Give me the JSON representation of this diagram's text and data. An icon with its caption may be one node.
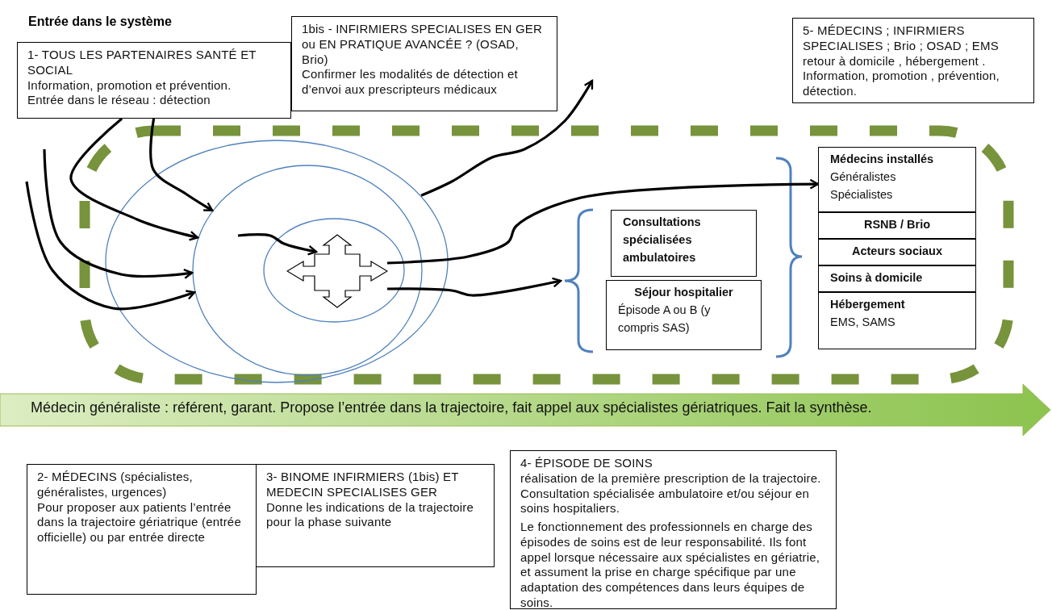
{
  "diagram": {
    "title": "Entrée dans le système",
    "nodes": [
      {
        "text": [
          "1- TOUS LES PARTENAIRES SANTÉ ET SOCIAL",
          "Information, promotion et prévention.",
          "Entrée dans le réseau : détection"
        ]
      },
      {
        "text": [
          "1bis - INFIRMIERS SPECIALISES EN GER ou EN PRATIQUE AVANCÉE ? (OSAD, Brio)",
          "Confirmer les modalités de détection et d’envoi aux prescripteurs médicaux"
        ]
      },
      {
        "text": [
          "5- MÉDECINS ; INFIRMIERS SPECIALISES ; Brio ; OSAD ; EMS retour à domicile , hébergement .",
          "Information, promotion , prévention, détection."
        ]
      },
      {
        "text": [],
        "shape": "circle"
      },
      {
        "text": [],
        "shape": "circle",
        "in": 3
      },
      {
        "text": [],
        "shape": "circle",
        "in": 4
      },
      {
        "text": [],
        "shape": "cross",
        "in": 5
      },
      {
        "text": [],
        "shape": "brace"
      },
      {
        "text": [
          "Consultations spécialisées ambulatoires"
        ]
      },
      {
        "text": [
          "Séjour hospitalier",
          "Épisode A ou B (y compris SAS)"
        ]
      },
      {
        "text": [
          "Médecins installés",
          "Généralistes",
          "Spécialistes"
        ]
      },
      {
        "text": [
          "RSNB / Brio"
        ]
      },
      {
        "text": [
          "Acteurs sociaux"
        ]
      },
      {
        "text": [
          "Soins à domicile"
        ]
      },
      {
        "text": [
          "Hébergement",
          "EMS, SAMS"
        ]
      },
      {
        "text": [
          "Médecin généraliste : référent, garant. Propose l’entrée dans la trajectoire, fait appel aux spécialistes gériatriques. Fait la synthèse."
        ]
      },
      {
        "text": [
          "2- MÉDECINS (spécialistes, généralistes, urgences)",
          "Pour proposer aux patients l’entrée dans la trajectoire gériatrique (entrée officielle) ou par entrée directe"
        ]
      },
      {
        "text": [
          "3- BINOME INFIRMIERS (1bis) ET MEDECIN SPECIALISES GER",
          "Donne les indications de la trajectoire pour la phase suivante"
        ]
      },
      {
        "text": [
          "4- ÉPISODE DE SOINS",
          "réalisation de la première prescription de la trajectoire. Consultation spécialisée ambulatoire et/ou séjour en soins hospitaliers.",
          "Le fonctionnement des professionnels en charge des épisodes de soins est de leur responsabilité. Ils font appel lorsque nécessaire aux spécialistes en gériatrie, et assument la prise en charge spécifique par une adaptation des compétences dans leurs équipes de soins."
        ]
      }
    ],
    "edges": [
      {
        "from": 0,
        "to": 4,
        "arrow": "to"
      },
      {
        "from": 0,
        "to": 4,
        "arrow": "to"
      },
      {
        "from": null,
        "to": 4,
        "arrow": "to"
      },
      {
        "from": null,
        "to": 4,
        "arrow": "to"
      },
      {
        "from": null,
        "to": 6,
        "arrow": "to"
      },
      {
        "from": 6,
        "to": 10,
        "arrow": "to"
      },
      {
        "from": 6,
        "to": 7,
        "arrow": "to"
      },
      {
        "from": 3,
        "to": null,
        "arrow": "to"
      }
    ]
  }
}
